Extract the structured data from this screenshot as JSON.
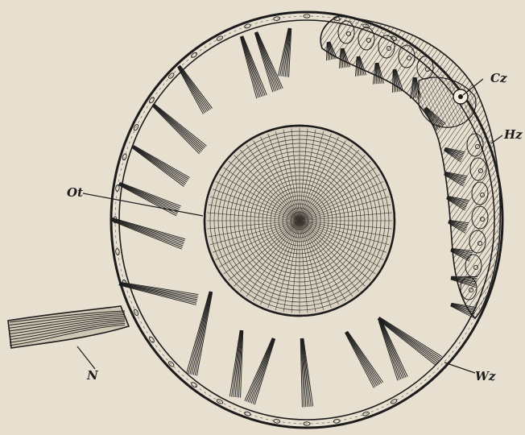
{
  "labels": {
    "cz": "Cz",
    "hz": "Hz",
    "ot": "Ot",
    "n": "N",
    "wz": "Wz"
  },
  "colors": {
    "paper": "#e7dfd0",
    "ink": "#1c1c1c"
  }
}
